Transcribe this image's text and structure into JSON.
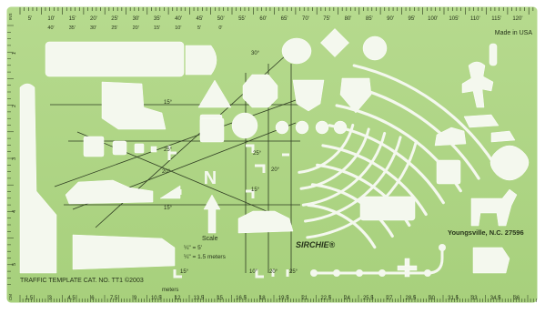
{
  "template": {
    "colors": {
      "plate": "#a7d07c",
      "plate_light": "#b6da8e",
      "cutout": "#f4f8ee",
      "ink": "#26331a",
      "rim": "#ffffff"
    },
    "top_scale_feet": [
      "5'",
      "10'",
      "15'",
      "20'",
      "25'",
      "30'",
      "35'",
      "40'",
      "45'",
      "50'",
      "55'",
      "60'",
      "65'",
      "70'",
      "75'",
      "80'",
      "85'",
      "90'",
      "95'",
      "100'",
      "105'",
      "110'",
      "115'",
      "120'"
    ],
    "top_scale_reverse": [
      "40'",
      "35'",
      "30'",
      "25'",
      "20'",
      "15'",
      "10'",
      "5'",
      "0'"
    ],
    "bottom_scale_meters": [
      "1.5",
      "3",
      "4.5",
      "6",
      "7.5",
      "9",
      "10.5",
      "12",
      "13.5",
      "15",
      "16.5",
      "18",
      "19.5",
      "21",
      "22.5",
      "24",
      "25.5",
      "27",
      "28.5",
      "30",
      "31.5",
      "33",
      "34.5",
      "36"
    ],
    "made_in": "Made in USA",
    "location": "Youngsville, N.C. 27596",
    "brand": "SIRCHIE®",
    "scale_title": "Scale",
    "scale_line_1": "¼\" = 5'",
    "scale_line_2": "¼\" = 1.5 meters",
    "product": "TRAFFIC TEMPLATE  CAT. NO. TT1 ©2003",
    "meters_unit": "meters",
    "north_letter": "N",
    "angle_labels": [
      "30°",
      "15°",
      "15°",
      "25°",
      "25°",
      "20°",
      "15°",
      "20°",
      "15°",
      "25°",
      "10°",
      "20°"
    ],
    "left_inches": [
      "1",
      "2",
      "3",
      "4",
      "5"
    ],
    "left_unit": "INS",
    "left_cm_label": "CM"
  }
}
